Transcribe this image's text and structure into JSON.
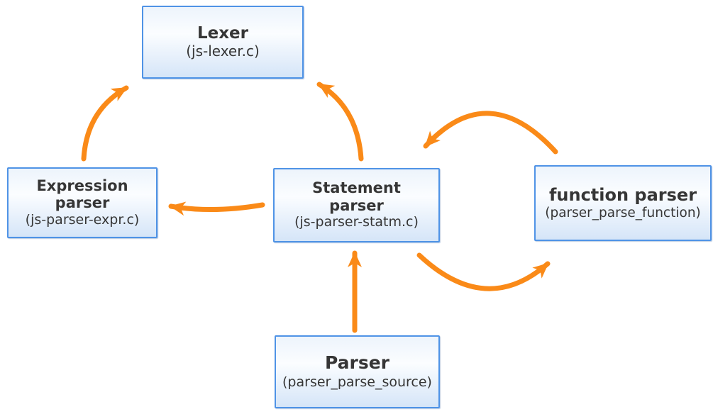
{
  "diagram": {
    "colors": {
      "arrow": "#fa8a18",
      "node_border": "#4f93e6",
      "node_fill_top": "#edf4fc",
      "node_fill_bottom": "#d5e5f8",
      "text": "#363636",
      "background": "#ffffff"
    },
    "nodes": {
      "lexer": {
        "title": "Lexer",
        "subtitle": "(js-lexer.c)"
      },
      "expression_parser": {
        "title": "Expression parser",
        "subtitle": "(js-parser-expr.c)"
      },
      "statement_parser": {
        "title": "Statement parser",
        "subtitle": "(js-parser-statm.c)"
      },
      "function_parser": {
        "title": "function parser",
        "subtitle": "(parser_parse_function)"
      },
      "parser": {
        "title": "Parser",
        "subtitle": "(parser_parse_source)"
      }
    },
    "edges": [
      {
        "from": "expression_parser",
        "to": "lexer"
      },
      {
        "from": "statement_parser",
        "to": "lexer"
      },
      {
        "from": "statement_parser",
        "to": "expression_parser"
      },
      {
        "from": "function_parser",
        "to": "statement_parser"
      },
      {
        "from": "statement_parser",
        "to": "function_parser"
      },
      {
        "from": "parser",
        "to": "statement_parser"
      }
    ]
  }
}
